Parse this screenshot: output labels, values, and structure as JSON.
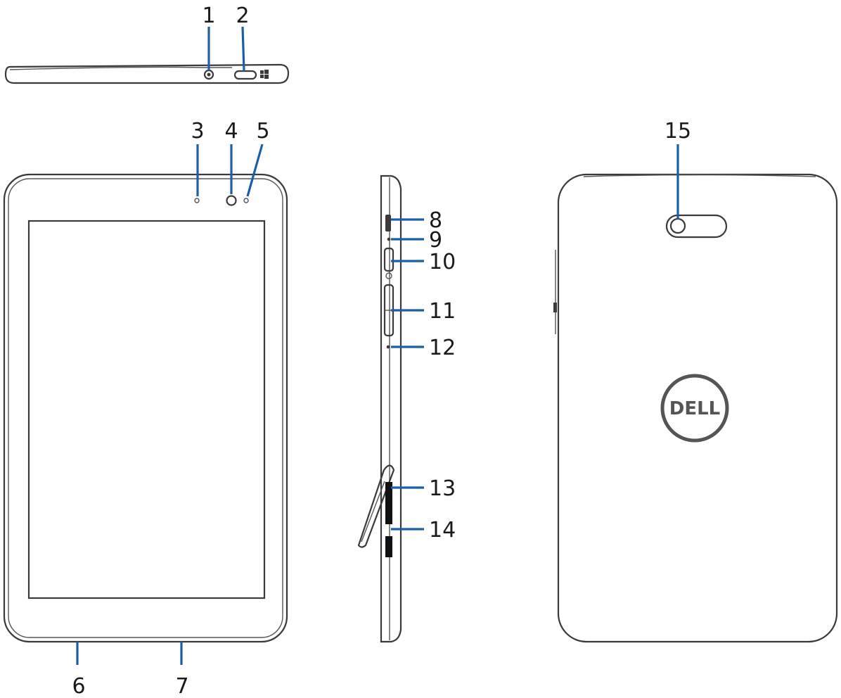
{
  "callouts": [
    "1",
    "2",
    "3",
    "4",
    "5",
    "6",
    "7",
    "8",
    "9",
    "10",
    "11",
    "12",
    "13",
    "14",
    "15"
  ],
  "logo": {
    "brand": "DELL",
    "color": "#555555"
  },
  "colors": {
    "leader": "#1b5fa8",
    "outline": "#3a3a3a",
    "background": "#ffffff"
  }
}
